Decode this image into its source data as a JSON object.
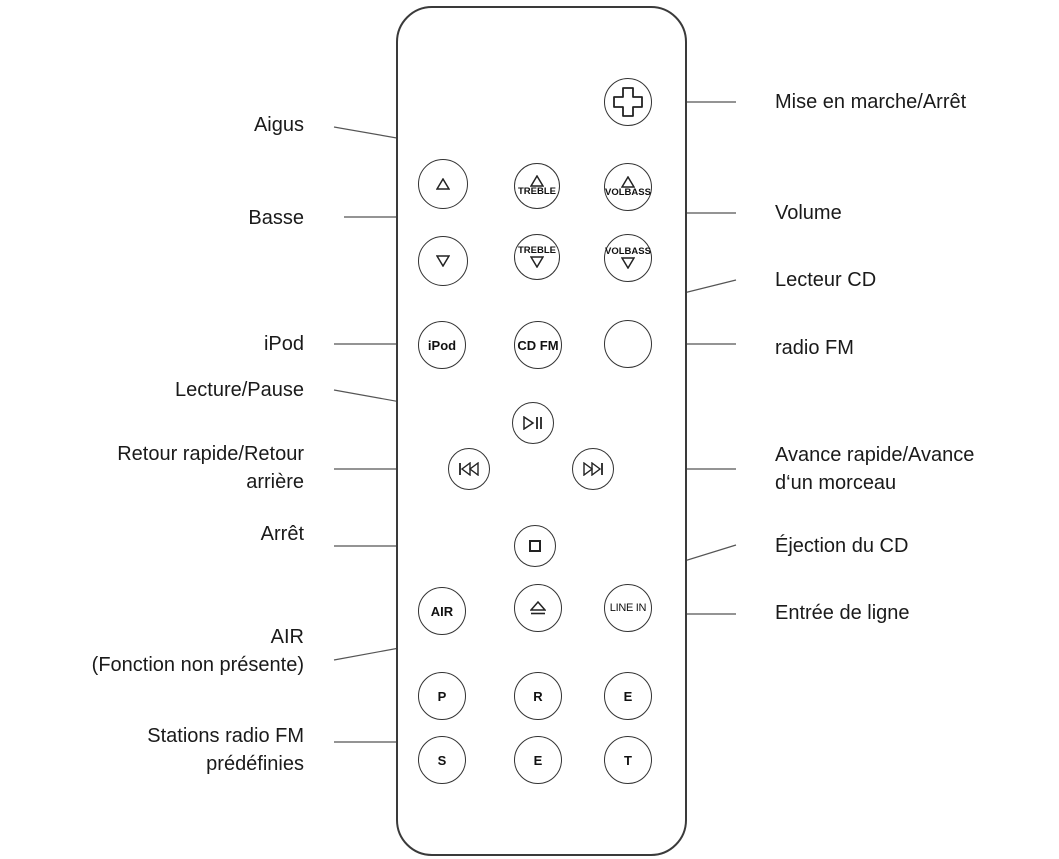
{
  "remote": {
    "buttons": {
      "power": "",
      "bass_up": "",
      "treble_up_text": "TREBLE",
      "vol_up_text": "VOLBASS",
      "bass_down": "",
      "treble_down_text": "TREBLE",
      "vol_down_text": "VOLBASS",
      "ipod": "iPod",
      "cd": "CD FM",
      "fm": "",
      "air": "AIR",
      "eject": "",
      "line_in": "LINE IN",
      "preset_row1": [
        "P",
        "R",
        "E"
      ],
      "preset_row2": [
        "S",
        "E",
        "T"
      ]
    },
    "icons": {
      "power": "plus-cross-icon",
      "up": "triangle-up-icon",
      "down": "triangle-down-icon",
      "play_pause": "play-pause-icon",
      "rewind": "skip-back-icon",
      "forward": "skip-forward-icon",
      "stop": "stop-icon",
      "eject": "eject-icon"
    }
  },
  "labels": {
    "power": "Mise en marche/Arrêt",
    "treble": "Aigus",
    "bass": "Basse",
    "volume": "Volume",
    "cd": "Lecteur CD",
    "ipod": "iPod",
    "fm": "radio FM",
    "play_pause": "Lecture/Pause",
    "rewind_line1": "Retour rapide/Retour",
    "rewind_line2": "arrière",
    "forward_line1": "Avance rapide/Avance",
    "forward_line2": "d‘un morceau",
    "stop": "Arrêt",
    "eject": "Éjection du CD",
    "line_in": "Entrée de ligne",
    "air_line1": "AIR",
    "air_line2": "(Fonction non présente)",
    "presets_line1": "Stations radio FM",
    "presets_line2": "prédéfinies"
  }
}
